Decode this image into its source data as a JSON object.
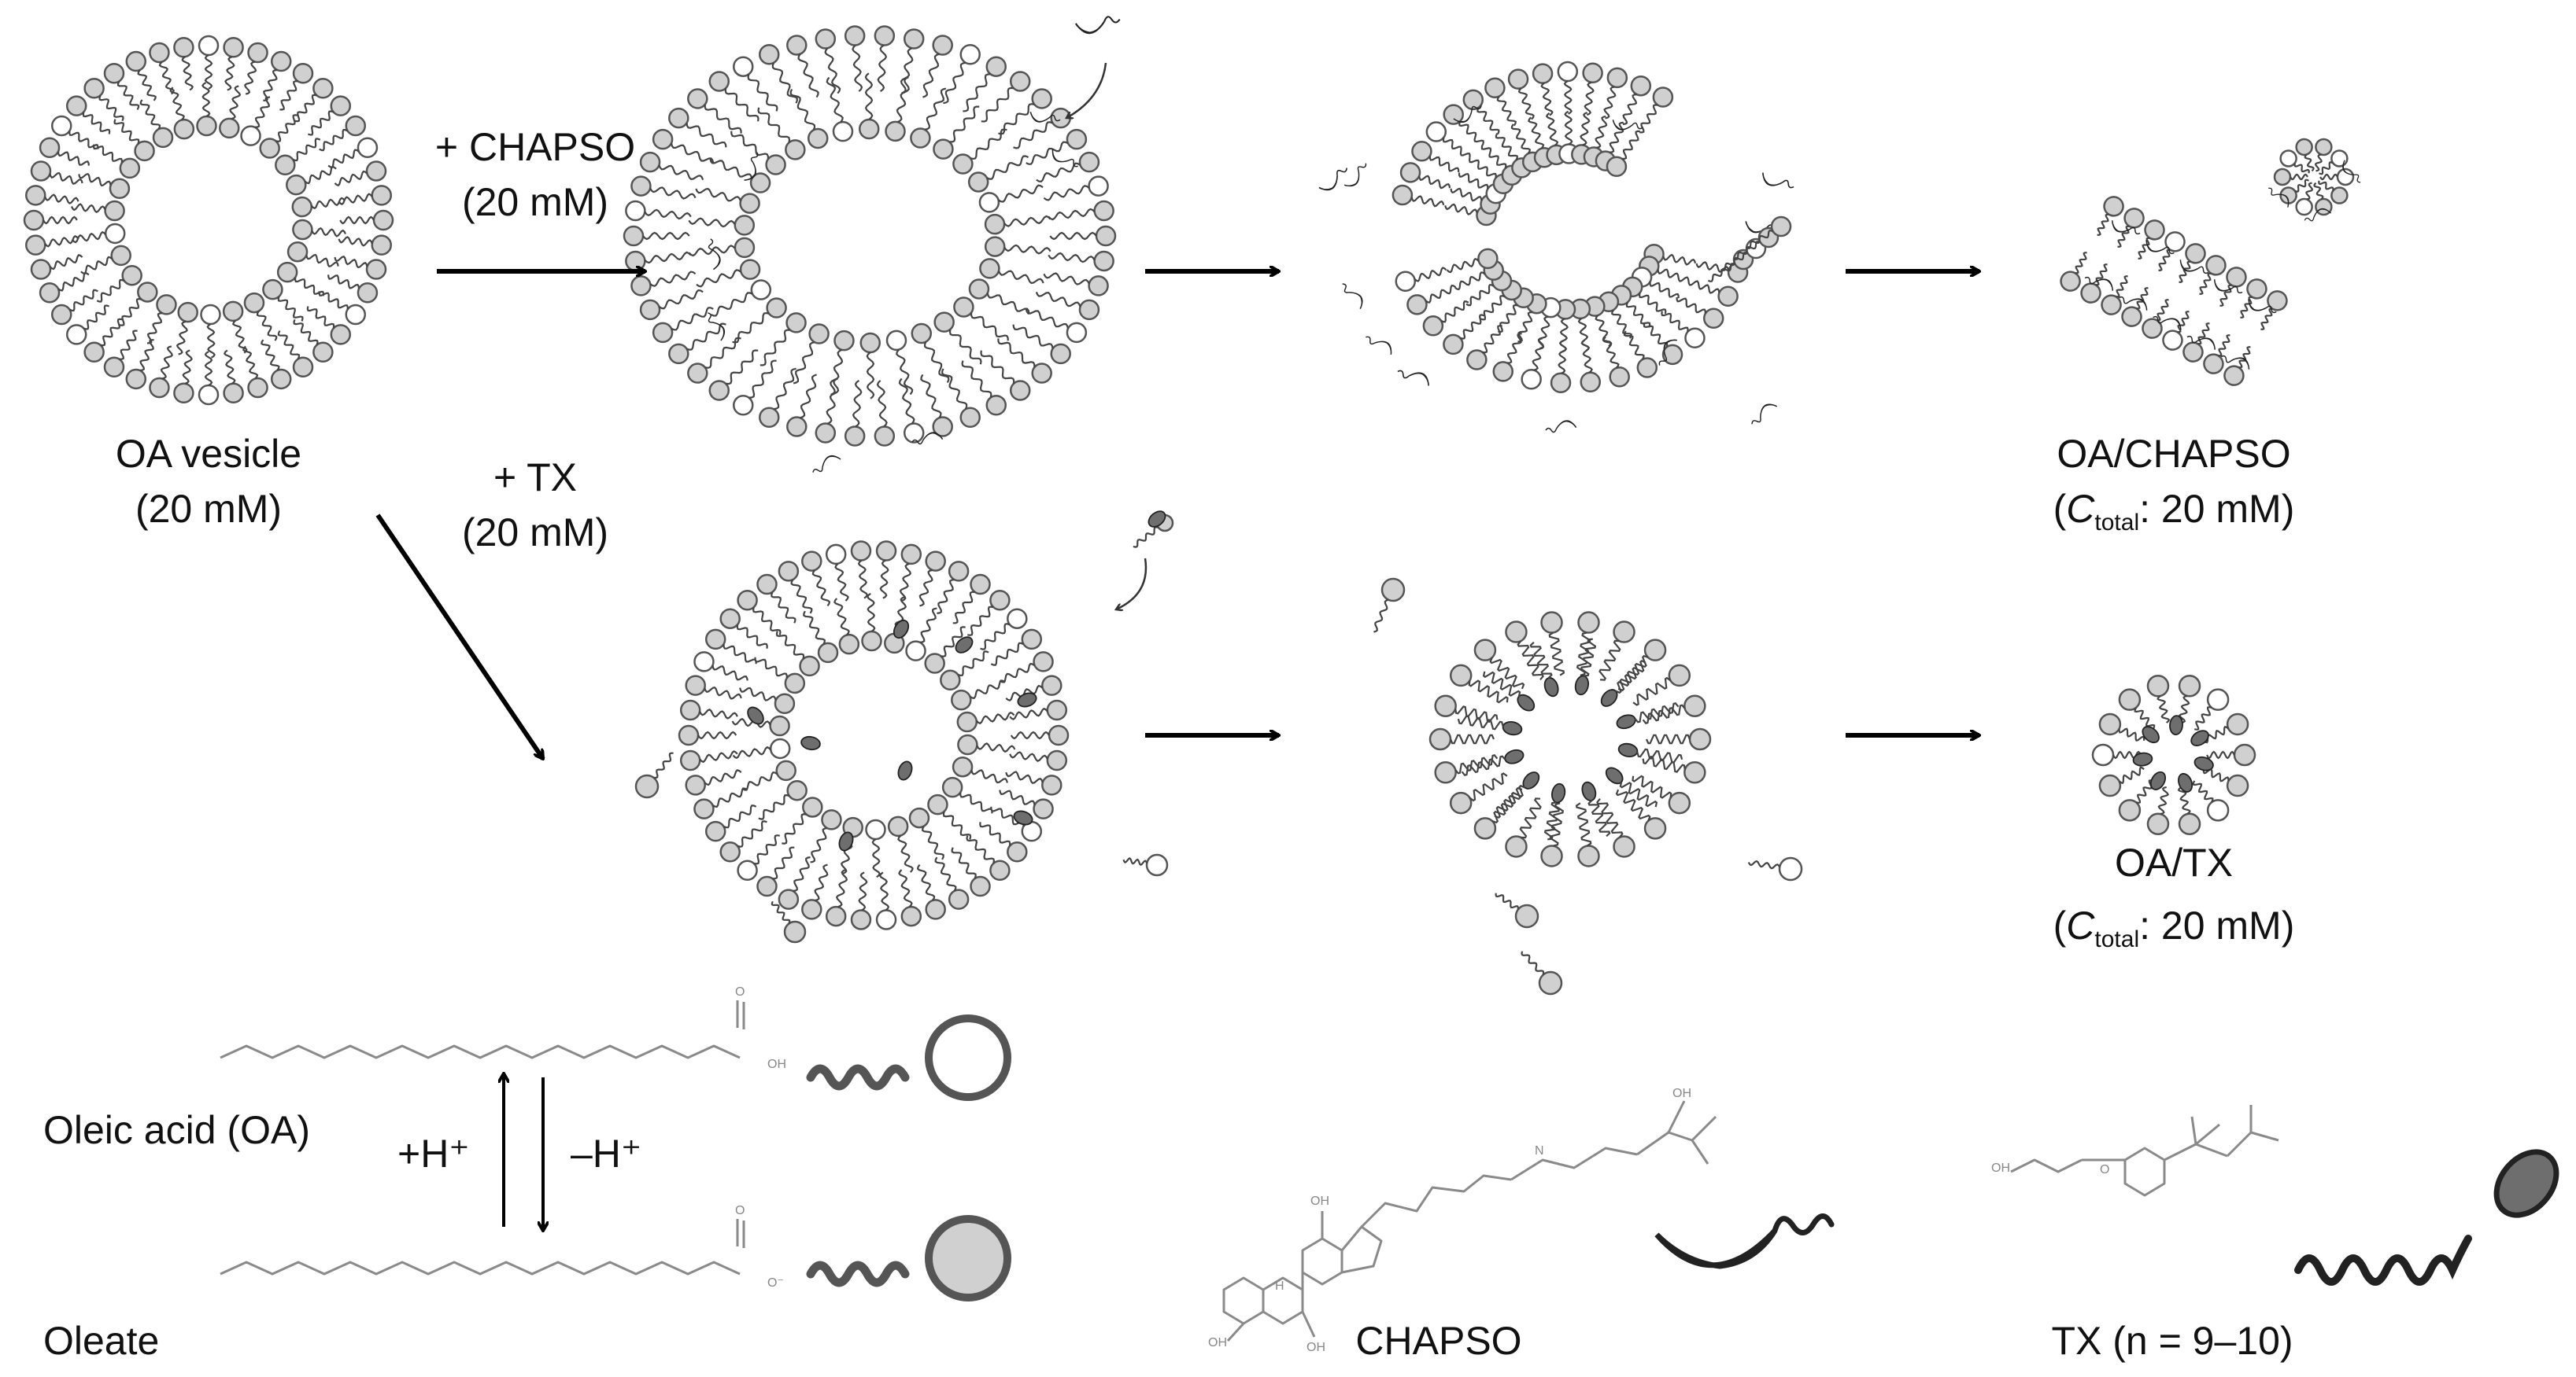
{
  "labels": {
    "add_chapso": "+ CHAPSO",
    "add_chapso_conc": "(20 mM)",
    "add_tx": "+ TX",
    "add_tx_conc": "(20 mM)",
    "oa_vesicle": "OA vesicle",
    "oa_vesicle_conc": "(20 mM)",
    "oa_chapso": "OA/CHAPSO",
    "oa_tx": "OA/TX",
    "c_symbol": "C",
    "c_subscript": "total",
    "c_value": ": 20 mM)",
    "oleic_acid": "Oleic acid (OA)",
    "oleate": "Oleate",
    "plus_h": "+H⁺",
    "minus_h": "–H⁺",
    "chapso": "CHAPSO",
    "tx": "TX (n = 9–10)",
    "oh": "OH",
    "o": "O",
    "o_minus": "O⁻",
    "h": "H",
    "n": "N"
  },
  "colors": {
    "oleic_acid_head_fill": "#ffffff",
    "oleate_head_fill": "#d0d0d0",
    "head_stroke": "#555555",
    "chapso_fill": "#6e6e6e",
    "tx_head_fill": "#6e6e6e",
    "structure_line": "#8a8a8a",
    "arrow": "#000000"
  }
}
